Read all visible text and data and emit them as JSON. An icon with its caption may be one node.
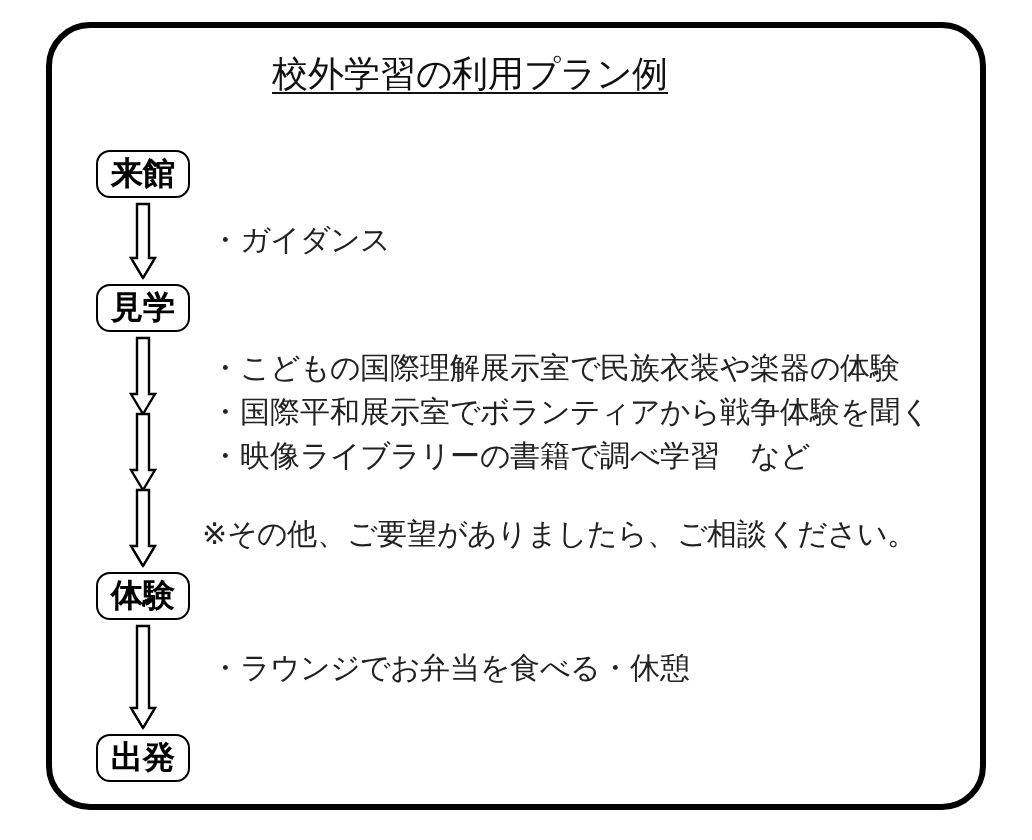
{
  "diagram": {
    "title": "校外学習の利用プラン例",
    "nodes": [
      {
        "text": [
          "来館"
        ]
      },
      {
        "text": [
          "見学"
        ]
      },
      {
        "text": [
          "体験"
        ]
      },
      {
        "text": [
          "出発"
        ]
      }
    ],
    "edges": [
      {
        "from": 0,
        "to": 1,
        "arrow": "to"
      },
      {
        "from": 1,
        "to": 2,
        "arrow": "to"
      },
      {
        "from": 2,
        "to": 3,
        "arrow": "to"
      }
    ],
    "labels": [
      "・ガイダンス",
      "・こどもの国際理解展示室で民族衣装や楽器の体験",
      "・国際平和展示室でボランティアから戦争体験を聞く",
      "・映像ライブラリーの書籍で調べ学習　など",
      "※その他、ご要望がありましたら、ご相談ください。",
      "・ラウンジでお弁当を食べる・休憩"
    ]
  }
}
